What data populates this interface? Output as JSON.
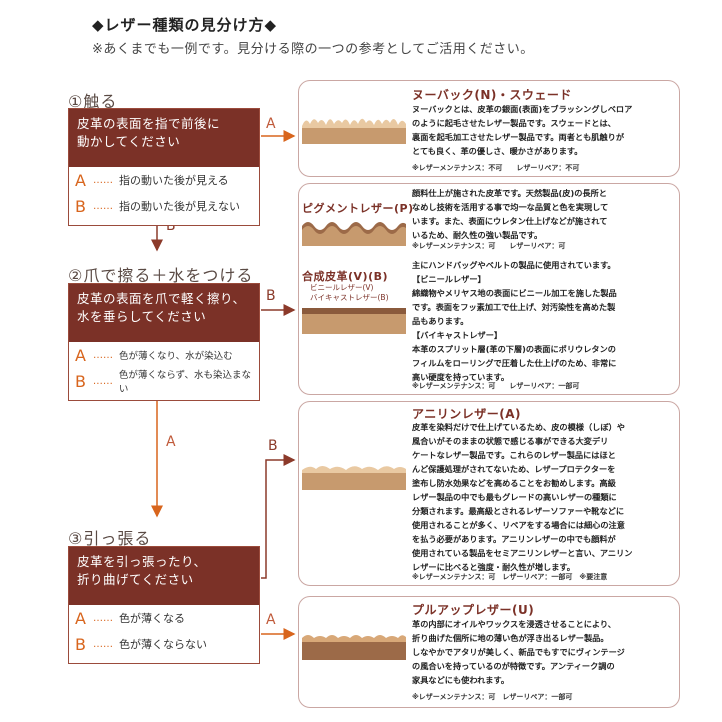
{
  "header": {
    "title": "◆レザー種類の見分け方◆",
    "subtitle": "※あくまでも一例です。見分ける際の一つの参考としてご活用ください。"
  },
  "colors": {
    "brown": "#7b3127",
    "orange": "#d8651d",
    "border": "#caa7a3"
  },
  "steps": [
    {
      "title": "①触る",
      "instruction": "皮革の表面を指で前後に\n動かしてください",
      "options": [
        {
          "letter": "A",
          "dots": "……",
          "text": "指の動いた後が見える"
        },
        {
          "letter": "B",
          "dots": "……",
          "text": "指の動いた後が見えない"
        }
      ]
    },
    {
      "title": "②爪で擦る＋水をつける",
      "instruction": "皮革の表面を爪で軽く擦り、\n水を垂らしてください",
      "options": [
        {
          "letter": "A",
          "dots": "……",
          "text": "色が薄くなり、水が染込む"
        },
        {
          "letter": "B",
          "dots": "……",
          "text": "色が薄くならず、水も染込まない"
        }
      ]
    },
    {
      "title": "③引っ張る",
      "instruction": "皮革を引っ張ったり、\n折り曲げてください",
      "options": [
        {
          "letter": "A",
          "dots": "……",
          "text": "色が薄くなる"
        },
        {
          "letter": "B",
          "dots": "……",
          "text": "色が薄くならない"
        }
      ]
    }
  ],
  "arrow_labels": {
    "a1": "A",
    "b1": "B",
    "b2": "B",
    "a2": "A",
    "b3": "B",
    "a3": "A"
  },
  "cards": [
    {
      "title": "ヌーバック(N)・スウェード",
      "text": "ヌーバックとは、皮革の銀面(表面)をブラッシングしベロア\nのように起毛させたレザー製品です。スウェードとは、\n裏面を起毛加工させたレザー製品です。両者とも肌触りが\nとても良く、革の優しさ、暖かさがあります。",
      "meta": "※レザーメンテナンス：不可　　レザーリペア：不可"
    },
    {
      "title": "ピグメントレザー(P)",
      "text": "顔料仕上が施された皮革です。天然製品(皮)の長所と\nなめし技術を活用する事で均一な品質と色を実現して\nいます。また、表面にウレタン仕上げなどが施されて\nいるため、耐久性の強い製品です。",
      "meta": "※レザーメンテナンス：可　　レザーリペア：可"
    },
    {
      "title": "合成皮革(V)(B)",
      "sub1": "ビニールレザー(V)",
      "sub2": "バイキャストレザー(B)",
      "text": "主にハンドバッグやベルトの製品に使用されています。\n【ビニールレザー】\n綿織物やメリヤス地の表面にビニール加工を施した製品\nです。表面をフッ素加工で仕上げ、対汚染性を高めた製\n品もあります。\n【バイキャストレザー】\n本革のスプリット層(革の下層)の表面にポリウレタンの\nフィルムをローリングで圧着した仕上げのため、非常に\n高い硬度を持っています。",
      "meta": "※レザーメンテナンス：可　　レザーリペア：一部可"
    },
    {
      "title": "アニリンレザー(A)",
      "text": "皮革を染料だけで仕上げているため、皮の模様（しぼ）や\n風合いがそのままの状態で感じる事ができる大変デリ\nケートなレザー製品です。これらのレザー製品にはほと\nんど保護処理がされてないため、レザープロテクターを\n塗布し防水効果などを高めることをお勧めします。高級\nレザー製品の中でも最もグレードの高いレザーの種類に\n分類されます。最高級とされるレザーソファーや靴などに\n使用されることが多く、リペアをする場合には細心の注意\nを払う必要があります。アニリンレザーの中でも顔料が\n使用されている製品をセミアニリンレザーと言い、アニリン\nレザーに比べると強度・耐久性が増します。",
      "meta": "※レザーメンテナンス：可　レザーリペア：一部可　※要注意"
    },
    {
      "title": "プルアップレザー(U)",
      "text": "革の内部にオイルやワックスを浸透させることにより、\n折り曲げた個所に地の薄い色が浮き出るレザー製品。\nしなやかでアタリが美しく、新品でもすでにヴィンテージ\nの風合いを持っているのが特徴です。アンティーク調の\n家具などにも使われます。",
      "meta": "※レザーメンテナンス：可　レザーリペア：一部可"
    }
  ]
}
